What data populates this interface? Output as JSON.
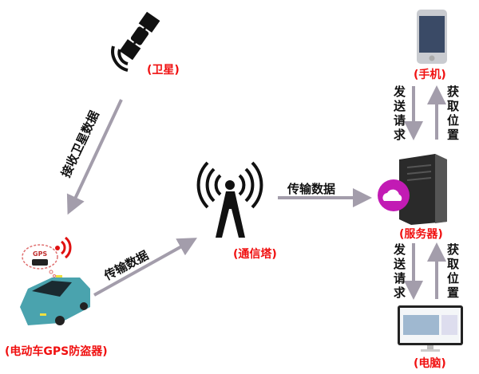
{
  "nodes": {
    "satellite": {
      "label": "(卫星)",
      "icon": "satellite-icon"
    },
    "gps_device": {
      "label": "(电动车GPS防盗器)",
      "bubble_text": "GPS",
      "icon": "car-icon"
    },
    "tower": {
      "label": "(通信塔)",
      "icon": "signal-tower-icon"
    },
    "server": {
      "label": "(服务器)",
      "icon": "server-icon"
    },
    "phone": {
      "label": "(手机)",
      "icon": "phone-icon"
    },
    "computer": {
      "label": "(电脑)",
      "icon": "computer-icon"
    }
  },
  "edges": {
    "satellite_to_device": "接收卫星数据",
    "device_to_tower": "传输数据",
    "tower_to_server": "传输数据",
    "phone_request": "发送请求",
    "phone_response": "获取位置",
    "computer_request": "发送请求",
    "computer_response": "获取位置"
  },
  "colors": {
    "label": "#f01010",
    "arrow": "#a39dab",
    "cloud": "#c21bb4"
  }
}
